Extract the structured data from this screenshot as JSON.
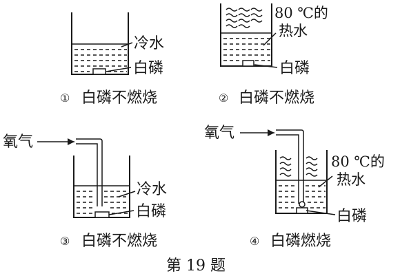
{
  "panels": [
    {
      "number": "①",
      "caption": "白磷不燃烧",
      "labels": {
        "water": "冷水",
        "phosphorus": "白磷"
      }
    },
    {
      "number": "②",
      "caption": "白磷不燃烧",
      "labels": {
        "temp": "80 ℃的",
        "water": "热水",
        "phosphorus": "白磷"
      }
    },
    {
      "number": "③",
      "caption": "白磷不燃烧",
      "labels": {
        "gas": "氧气",
        "water": "冷水",
        "phosphorus": "白磷"
      }
    },
    {
      "number": "④",
      "caption": "白磷燃烧",
      "labels": {
        "gas": "氧气",
        "temp": "80 ℃的",
        "water": "热水",
        "phosphorus": "白磷"
      }
    }
  ],
  "footer": {
    "title": "第 19 题"
  },
  "icons": [
    "beaker-icon",
    "steam-icon",
    "tube-icon",
    "arrow-icon",
    "phosphorus-block-icon"
  ]
}
